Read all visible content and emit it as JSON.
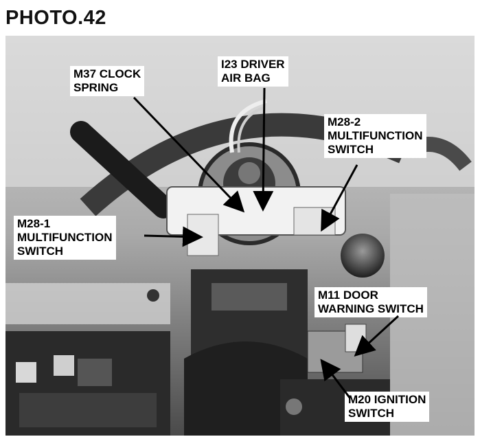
{
  "title": "PHOTO.42",
  "callouts": {
    "m37": {
      "line1": "M37 CLOCK",
      "line2": "SPRING"
    },
    "i23": {
      "line1": "I23 DRIVER",
      "line2": "AIR BAG"
    },
    "m28_2": {
      "line1": "M28-2",
      "line2": "MULTIFUNCTION",
      "line3": "SWITCH"
    },
    "m28_1": {
      "line1": "M28-1",
      "line2": "MULTIFUNCTION",
      "line3": "SWITCH"
    },
    "m11": {
      "line1": "M11 DOOR",
      "line2": "WARNING SWITCH"
    },
    "m20": {
      "line1": "M20 IGNITION",
      "line2": "SWITCH"
    }
  }
}
